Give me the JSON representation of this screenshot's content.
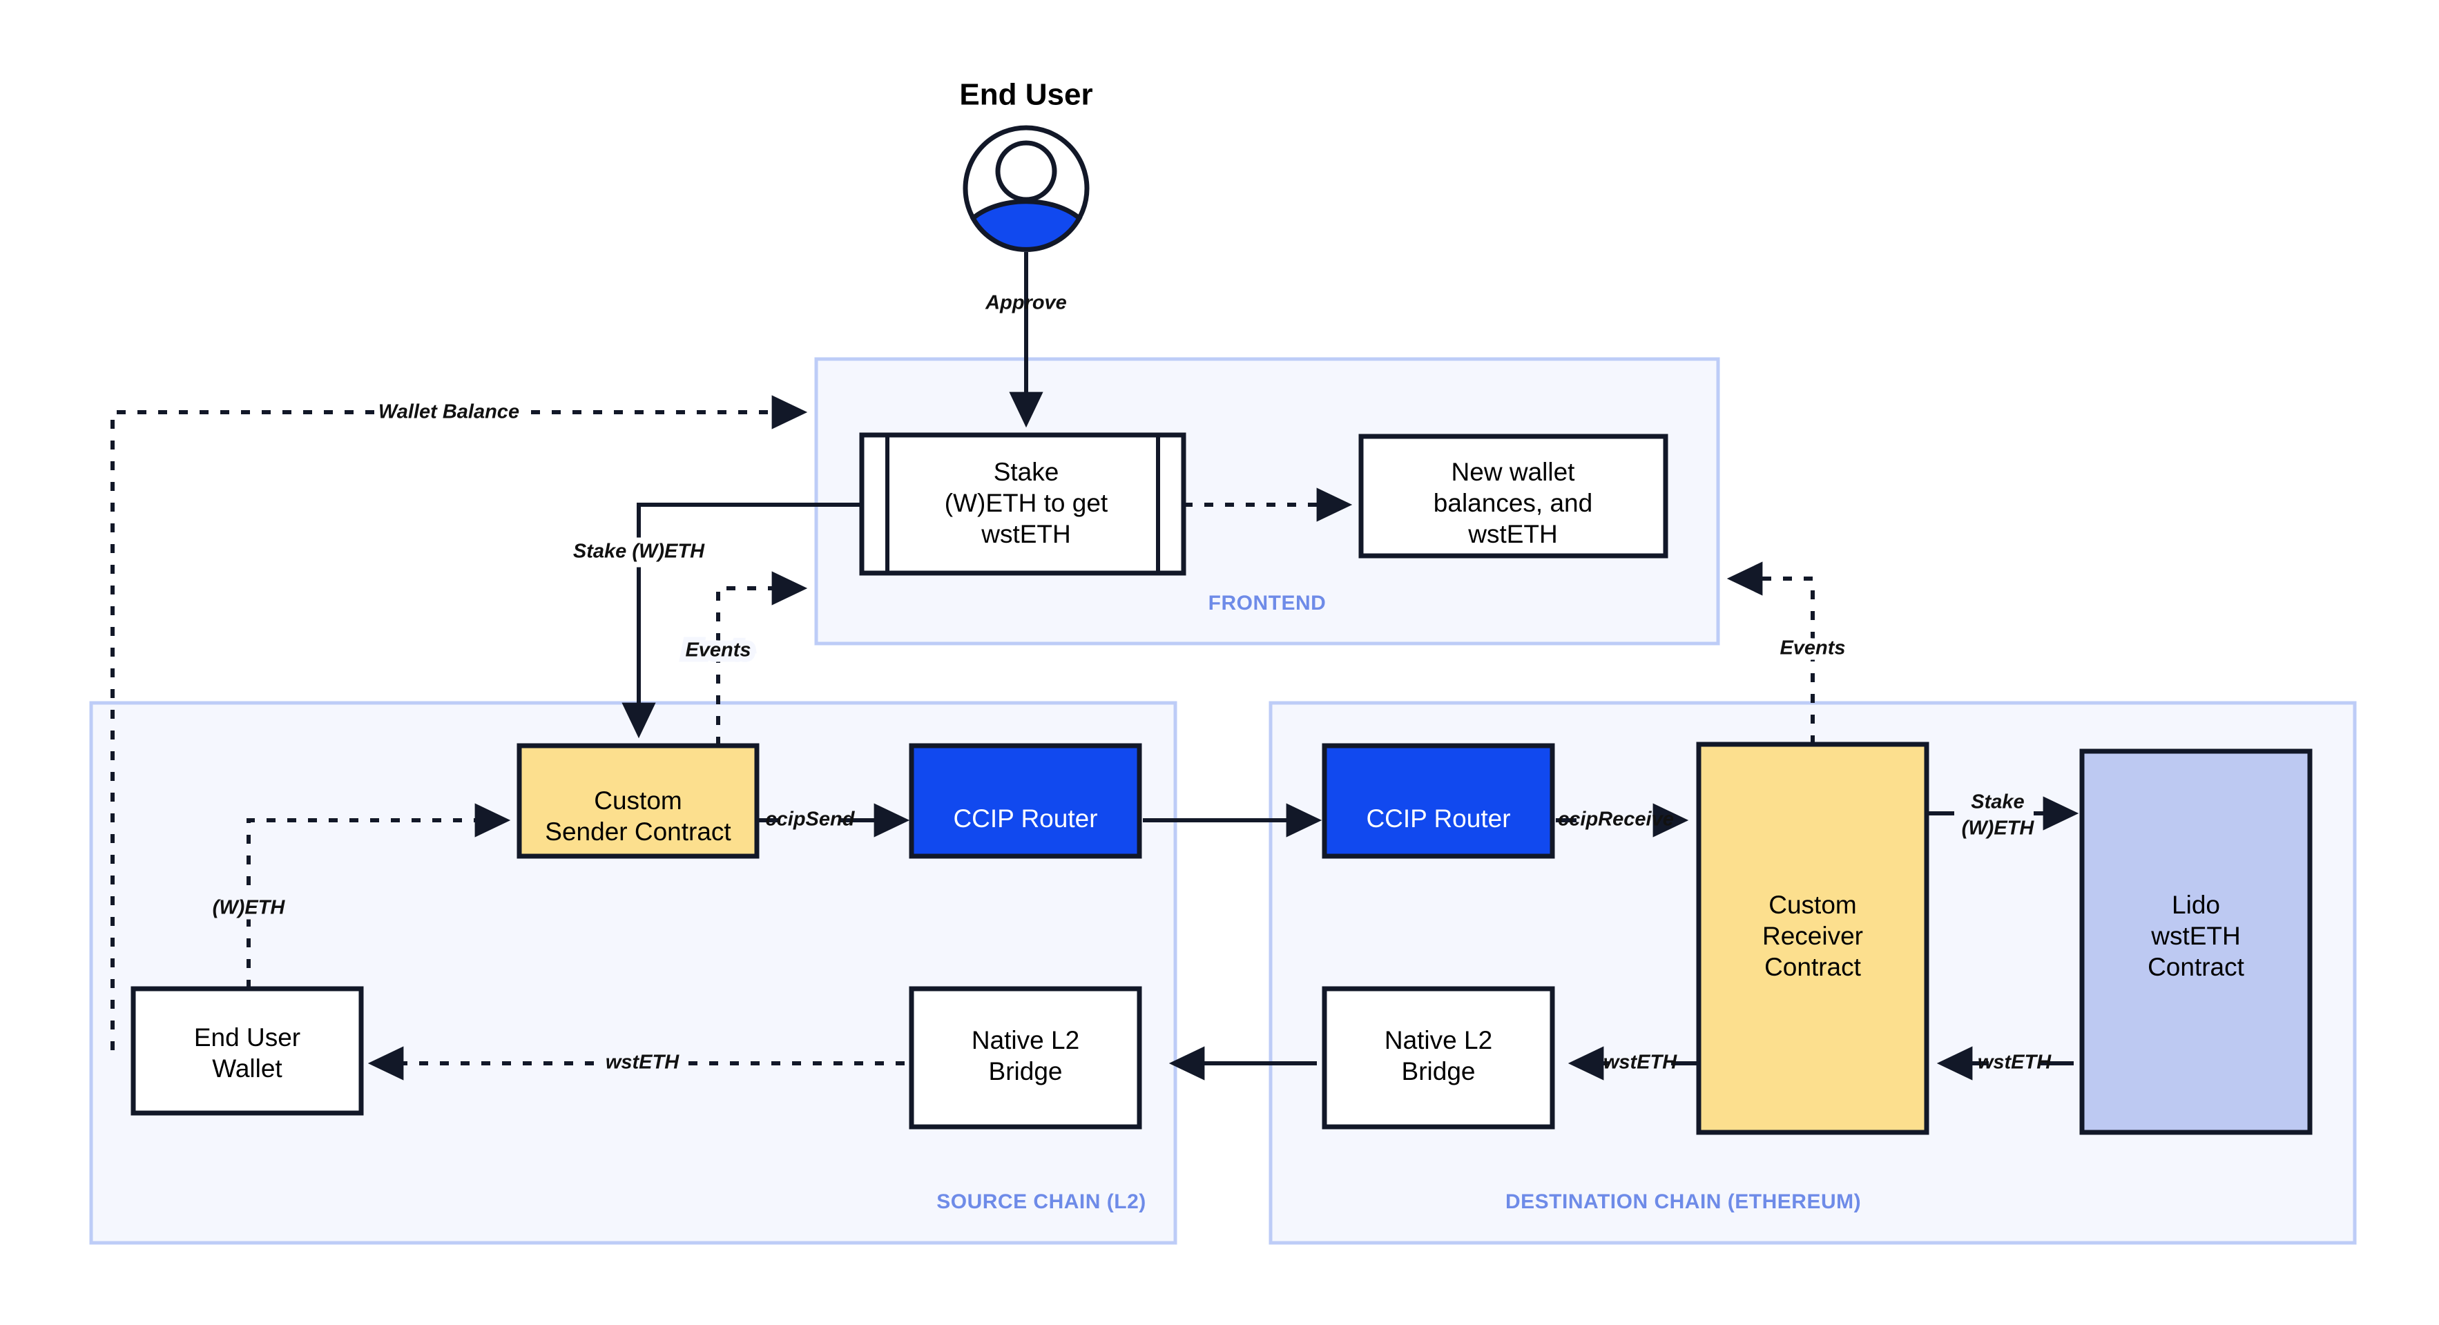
{
  "diagram": {
    "title": "End User",
    "actor": {
      "label": "End User",
      "icon": "user-avatar-icon"
    },
    "zones": [
      {
        "id": "frontend",
        "label": "FRONTEND"
      },
      {
        "id": "source-chain",
        "label": "SOURCE CHAIN (L2)"
      },
      {
        "id": "destination-chain",
        "label": "DESTINATION CHAIN (ETHEREUM)"
      }
    ],
    "nodes": [
      {
        "id": "stake-weth-form",
        "zone": "frontend",
        "lines": [
          "Stake",
          "(W)ETH to get",
          "wstETH"
        ],
        "style": "white-double"
      },
      {
        "id": "new-wallet-balances",
        "zone": "frontend",
        "lines": [
          "New wallet",
          "balances, and",
          "wstETH"
        ],
        "style": "white"
      },
      {
        "id": "custom-sender",
        "zone": "source-chain",
        "lines": [
          "Custom",
          "Sender Contract"
        ],
        "style": "amber"
      },
      {
        "id": "ccip-router-src",
        "zone": "source-chain",
        "lines": [
          "CCIP Router"
        ],
        "style": "blue"
      },
      {
        "id": "end-user-wallet",
        "zone": "source-chain",
        "lines": [
          "End User",
          "Wallet"
        ],
        "style": "white"
      },
      {
        "id": "native-l2-bridge-src",
        "zone": "source-chain",
        "lines": [
          "Native L2",
          "Bridge"
        ],
        "style": "white"
      },
      {
        "id": "ccip-router-dst",
        "zone": "destination-chain",
        "lines": [
          "CCIP Router"
        ],
        "style": "blue"
      },
      {
        "id": "custom-receiver",
        "zone": "destination-chain",
        "lines": [
          "Custom",
          "Receiver",
          "Contract"
        ],
        "style": "amber"
      },
      {
        "id": "lido-wsteth",
        "zone": "destination-chain",
        "lines": [
          "Lido",
          "wstETH",
          "Contract"
        ],
        "style": "peri"
      },
      {
        "id": "native-l2-bridge-dst",
        "zone": "destination-chain",
        "lines": [
          "Native L2",
          "Bridge"
        ],
        "style": "white"
      }
    ],
    "edges": [
      {
        "id": "approve",
        "label": "Approve",
        "from": "end-user",
        "to": "stake-weth-form",
        "kind": "solid"
      },
      {
        "id": "wallet-balance",
        "label": "Wallet Balance",
        "from": "end-user-wallet",
        "to": "stake-weth-form",
        "kind": "dashed"
      },
      {
        "id": "stake-weth",
        "label": "Stake (W)ETH",
        "from": "stake-weth-form",
        "to": "custom-sender",
        "kind": "solid"
      },
      {
        "id": "events-source",
        "label": "Events",
        "from": "custom-sender",
        "to": "stake-weth-form",
        "kind": "dashed"
      },
      {
        "id": "new-balances",
        "label": "",
        "from": "stake-weth-form",
        "to": "new-wallet-balances",
        "kind": "dashed"
      },
      {
        "id": "weth-transfer",
        "label": "(W)ETH",
        "from": "end-user-wallet",
        "to": "custom-sender",
        "kind": "dashed"
      },
      {
        "id": "ccip-send",
        "label": "ccipSend",
        "from": "custom-sender",
        "to": "ccip-router-src",
        "kind": "solid"
      },
      {
        "id": "cross-chain",
        "label": "",
        "from": "ccip-router-src",
        "to": "ccip-router-dst",
        "kind": "solid"
      },
      {
        "id": "ccip-receive",
        "label": "ccipReceive",
        "from": "ccip-router-dst",
        "to": "custom-receiver",
        "kind": "solid"
      },
      {
        "id": "stake-weth-lido",
        "label": "Stake\n(W)ETH",
        "from": "custom-receiver",
        "to": "lido-wsteth",
        "kind": "solid"
      },
      {
        "id": "wsteth-from-lido",
        "label": "wstETH",
        "from": "lido-wsteth",
        "to": "custom-receiver",
        "kind": "solid"
      },
      {
        "id": "wsteth-to-bridge",
        "label": "wstETH",
        "from": "custom-receiver",
        "to": "native-l2-bridge-dst",
        "kind": "solid"
      },
      {
        "id": "bridge-to-bridge",
        "label": "",
        "from": "native-l2-bridge-dst",
        "to": "native-l2-bridge-src",
        "kind": "solid"
      },
      {
        "id": "wsteth-to-wallet",
        "label": "wstETH",
        "from": "native-l2-bridge-src",
        "to": "end-user-wallet",
        "kind": "dashed"
      },
      {
        "id": "events-destination",
        "label": "Events",
        "from": "custom-receiver",
        "to": "new-wallet-balances",
        "kind": "dashed"
      }
    ],
    "edge_labels": {
      "approve": "Approve",
      "wallet_balance": "Wallet Balance",
      "stake_weth": "Stake (W)ETH",
      "events_source": "Events",
      "weth": "(W)ETH",
      "ccip_send": "ccipSend",
      "ccip_receive": "ccipReceive",
      "stake_weth_line1": "Stake",
      "stake_weth_line2": "(W)ETH",
      "wsteth_lido": "wstETH",
      "wsteth_bridge": "wstETH",
      "wsteth_wallet": "wstETH",
      "events_destination": "Events"
    },
    "node_text": {
      "stake_form_l1": "Stake",
      "stake_form_l2": "(W)ETH to get",
      "stake_form_l3": "wstETH",
      "new_wallet_l1": "New wallet",
      "new_wallet_l2": "balances, and",
      "new_wallet_l3": "wstETH",
      "custom_sender_l1": "Custom",
      "custom_sender_l2": "Sender Contract",
      "ccip_router_src": "CCIP Router",
      "ccip_router_dst": "CCIP Router",
      "end_user_wallet_l1": "End User",
      "end_user_wallet_l2": "Wallet",
      "native_bridge_src_l1": "Native L2",
      "native_bridge_src_l2": "Bridge",
      "native_bridge_dst_l1": "Native L2",
      "native_bridge_dst_l2": "Bridge",
      "custom_receiver_l1": "Custom",
      "custom_receiver_l2": "Receiver",
      "custom_receiver_l3": "Contract",
      "lido_l1": "Lido",
      "lido_l2": "wstETH",
      "lido_l3": "Contract"
    },
    "zone_text": {
      "frontend": "FRONTEND",
      "source_chain": "SOURCE CHAIN (L2)",
      "destination_chain": "DESTINATION CHAIN (ETHEREUM)"
    },
    "colors": {
      "zone_fill": "#f5f7fe",
      "zone_stroke": "#bdccf7",
      "zone_label": "#6e8be8",
      "node_stroke": "#121828",
      "amber": "#fcdf8e",
      "router_blue": "#1149ef",
      "periwinkle": "#bdc9f2",
      "white": "#ffffff"
    }
  }
}
